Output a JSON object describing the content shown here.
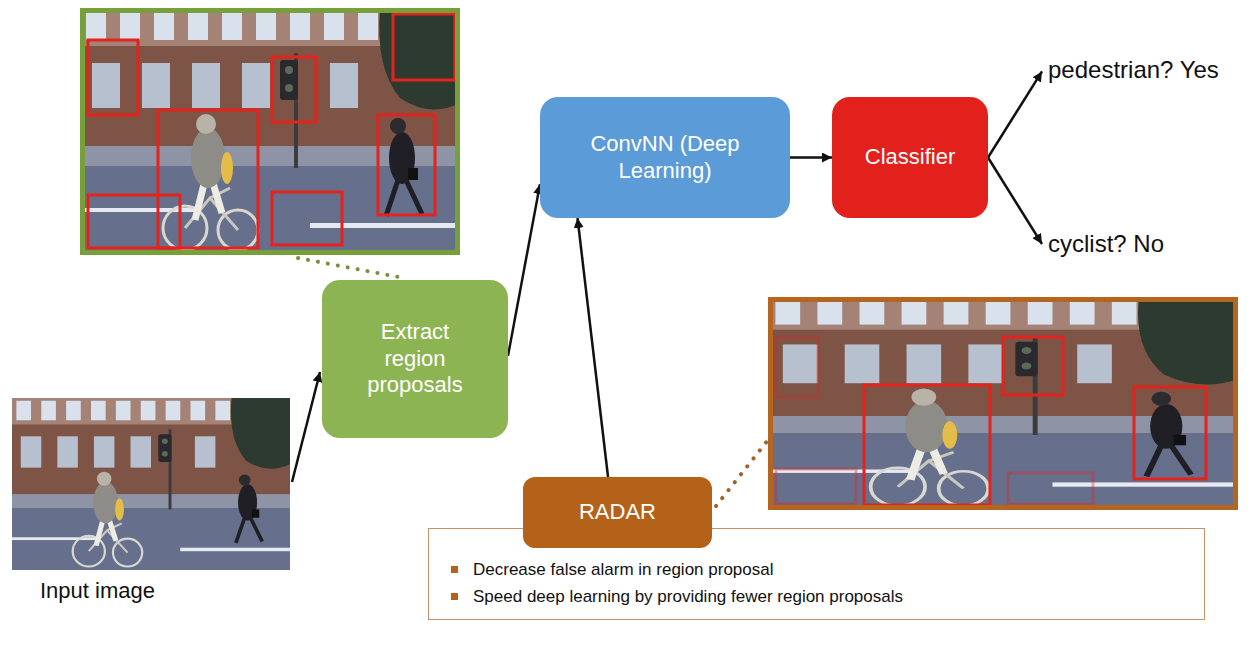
{
  "diagram": {
    "nodes": [
      {
        "text": [
          "ConvNN (Deep Learning)"
        ]
      },
      {
        "text": [
          "Classifier"
        ]
      },
      {
        "text": [
          "pedestrian? Yes"
        ]
      },
      {
        "text": [
          "cyclist? No"
        ]
      },
      {
        "text": [
          "Extract region proposals"
        ]
      },
      {
        "text": [
          "RADAR"
        ]
      },
      {
        "text": [
          "Decrease false alarm in region proposal",
          "Speed deep learning by providing fewer region proposals"
        ]
      }
    ],
    "edges": [
      {
        "from": 4,
        "to": 0,
        "arrow": "to"
      },
      {
        "from": 5,
        "to": 0,
        "arrow": "to"
      },
      {
        "from": 0,
        "to": 1,
        "arrow": "to"
      },
      {
        "from": 1,
        "to": 2,
        "arrow": "to"
      },
      {
        "from": 1,
        "to": 3,
        "arrow": "to"
      }
    ],
    "labels": [
      "Input image"
    ]
  }
}
